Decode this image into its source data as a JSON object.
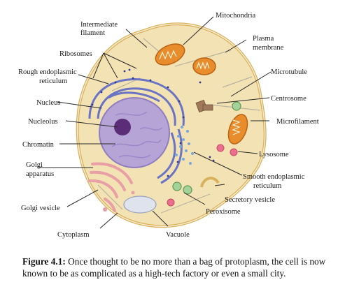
{
  "labels": {
    "intermediate_filament": [
      "Intermediate",
      "filament"
    ],
    "mitochondria": "Mitochondria",
    "plasma_membrane": [
      "Plasma",
      "membrane"
    ],
    "ribosomes": "Ribosomes",
    "rough_er": [
      "Rough endoplasmic",
      "reticulum"
    ],
    "microtubule": "Microtubule",
    "nucleus": "Nucleus",
    "centrosome": "Centrosome",
    "nucleolus": "Nucleolus",
    "microfilament": "Microfilament",
    "chromatin": "Chromatin",
    "lysosome": "Lysosome",
    "golgi_apparatus": [
      "Golgi",
      "apparatus"
    ],
    "smooth_er": [
      "Smooth endoplasmic",
      "reticulum"
    ],
    "secretory_vesicle": "Secretory vesicle",
    "golgi_vesicle": "Golgi vesicle",
    "peroxisome": "Peroxisome",
    "cytoplasm": "Cytoplasm",
    "vacuole": "Vacuole"
  },
  "caption": {
    "label": "Figure 4.1:",
    "text": " Once thought to be no more than a bag of protoplasm, the cell is now known to be as complicated as a high-tech factory or even a small city."
  }
}
